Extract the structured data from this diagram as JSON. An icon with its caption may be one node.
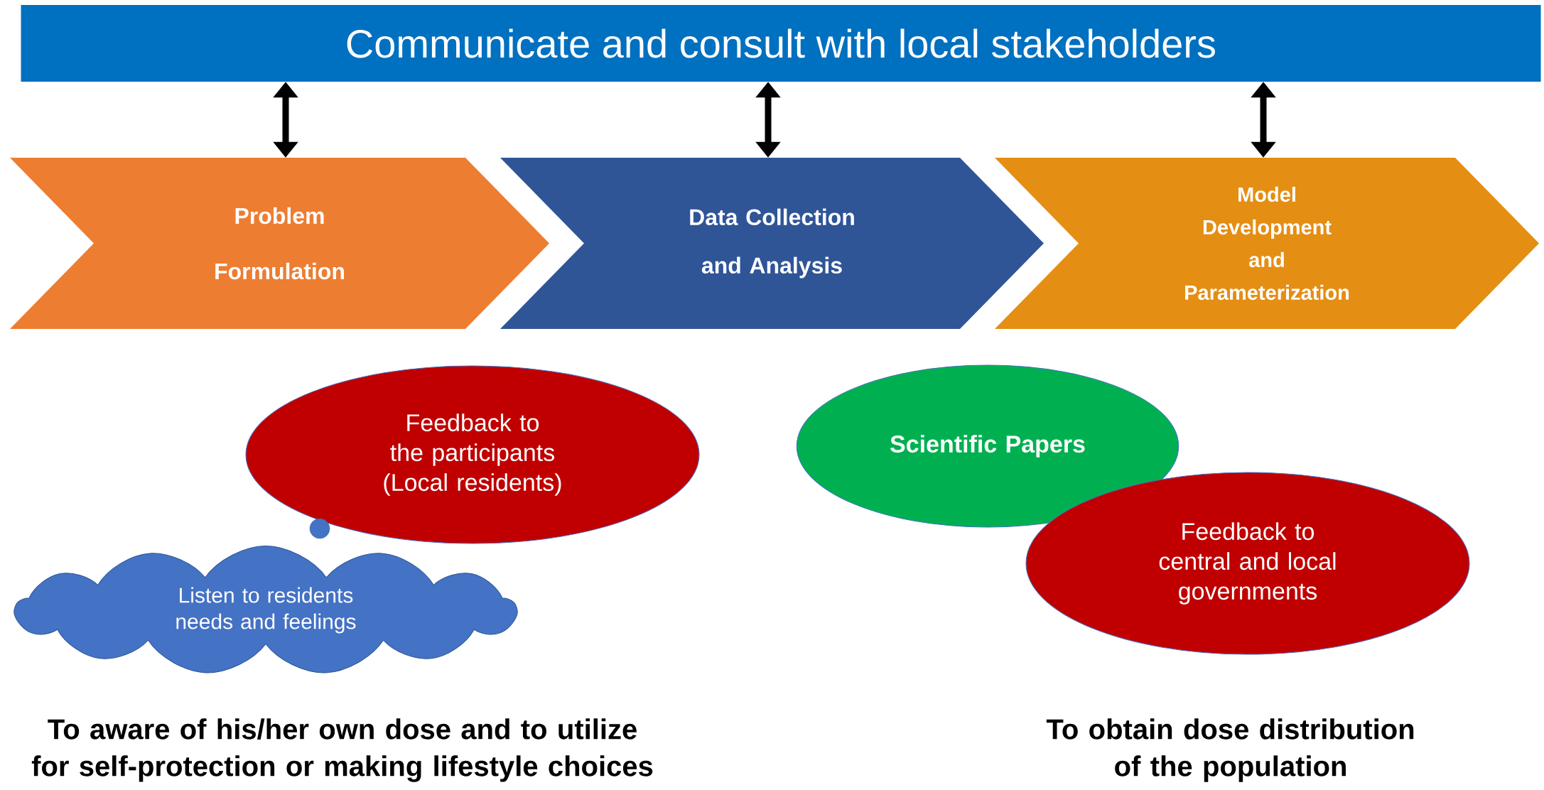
{
  "diagram": {
    "nodes": [
      {
        "text": [
          "Communicate and consult with local stakeholders"
        ]
      },
      {
        "text": [
          "Problem Formulation"
        ]
      },
      {
        "text": [
          "Data Collection and Analysis"
        ]
      },
      {
        "text": [
          "Model Development and Parameterization"
        ]
      },
      {
        "text": [
          "Feedback to the participants (Local residents)"
        ]
      },
      {
        "text": [
          "Listen to residents needs and feelings"
        ]
      },
      {
        "text": [
          "Scientific Papers"
        ]
      },
      {
        "text": [
          "Feedback to central and local governments"
        ]
      }
    ],
    "edges": [
      {
        "from": 0,
        "to": 1,
        "arrow": "both"
      },
      {
        "from": 0,
        "to": 2,
        "arrow": "both"
      },
      {
        "from": 0,
        "to": 3,
        "arrow": "both"
      }
    ],
    "labels": [
      "To aware of his/her own dose and to utilize for self-protection or making lifestyle choices",
      "To obtain dose distribution of the population"
    ]
  }
}
